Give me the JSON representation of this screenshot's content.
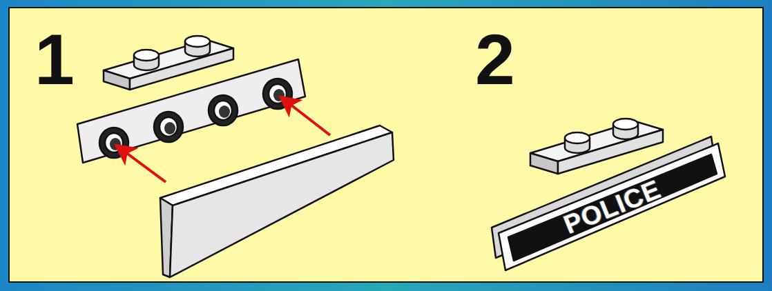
{
  "diagram": {
    "labels": [
      "1",
      "2",
      "POLICE"
    ]
  }
}
